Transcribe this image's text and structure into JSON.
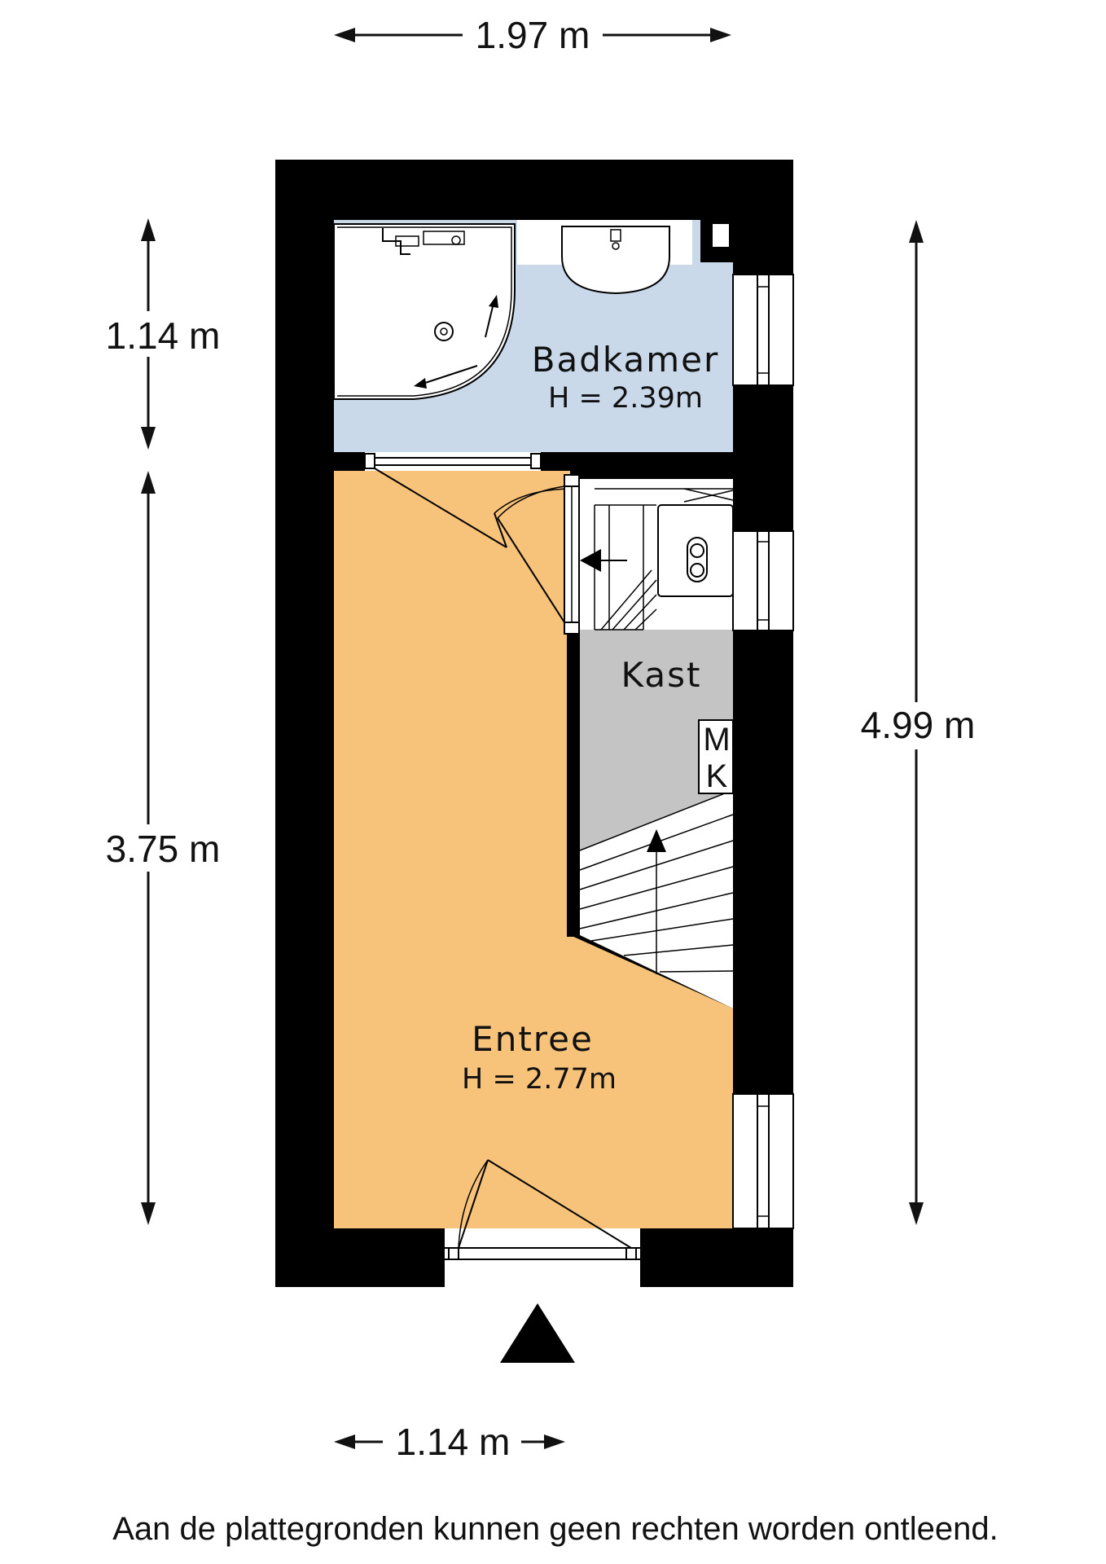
{
  "dimensions": {
    "top_width": "1.97 m",
    "left_upper": "1.14 m",
    "left_lower": "3.75 m",
    "right_total": "4.99 m",
    "bottom_width": "1.14 m"
  },
  "rooms": {
    "bathroom": {
      "name": "Badkamer",
      "height": "H = 2.39m"
    },
    "entrance": {
      "name": "Entree",
      "height": "H = 2.77m"
    },
    "closet": {
      "name": "Kast"
    }
  },
  "meter_box": {
    "line1": "M",
    "line2": "K"
  },
  "disclaimer": "Aan de plattegronden kunnen geen rechten worden ontleend.",
  "colors": {
    "wall": "#000000",
    "bathroom_fill": "#c9d9ea",
    "entrance_fill": "#f7c27a",
    "closet_fill": "#c4c4c4",
    "stair_fill": "#ffffff"
  },
  "icons": [
    "entrance-arrow-icon",
    "stair-direction-arrow-icon",
    "shower-drain-icon",
    "toilet-icon",
    "sink-icon",
    "boiler-icon"
  ]
}
